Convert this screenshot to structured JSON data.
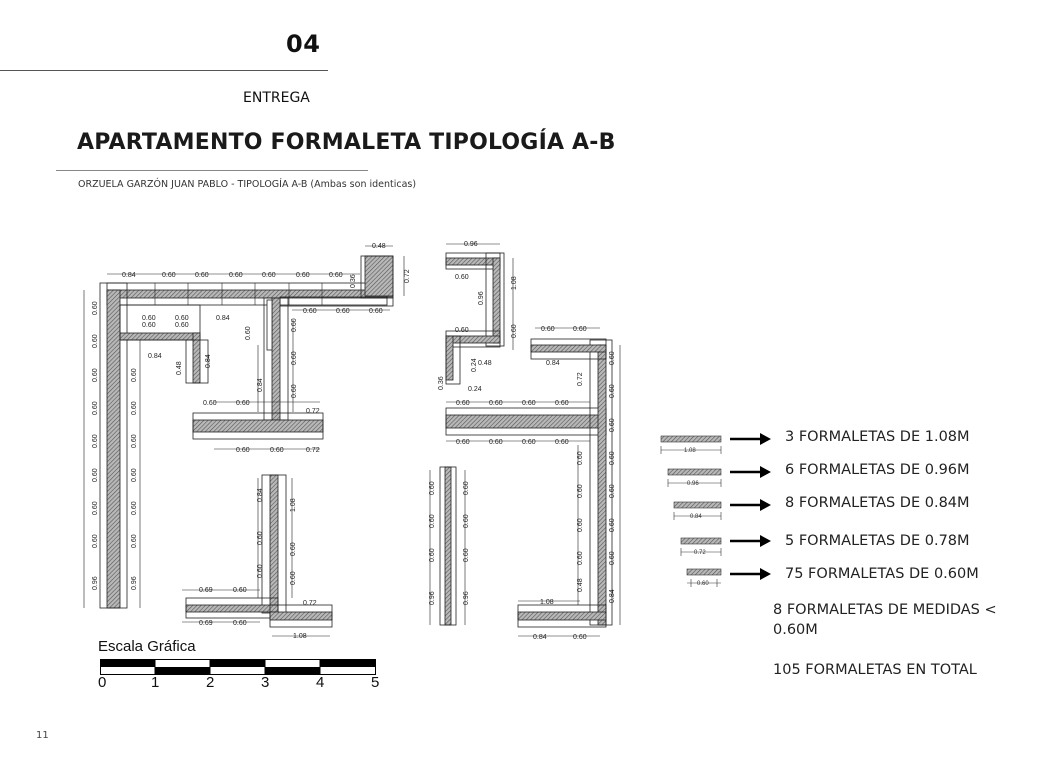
{
  "header": {
    "section_number": "04",
    "section_label": "ENTREGA",
    "title": "APARTAMENTO FORMALETA TIPOLOGÍA  A-B",
    "subtitle": "ORZUELA GARZÓN JUAN PABLO - TIPOLOGÍA A-B (Ambas son identicas)"
  },
  "plan_left": {
    "top_dims": [
      "0.84",
      "0.60",
      "0.60",
      "0.60",
      "0.60",
      "0.60",
      "0.60"
    ],
    "corner_dims": {
      "width": "0.48",
      "height": "0.72",
      "small": "0.36"
    },
    "inner_top_dims": [
      "0.60",
      "0.60",
      "0.60"
    ],
    "room_dims": [
      "0.60",
      "0.60",
      "0.60",
      "0.60",
      "0.84",
      "0.84",
      "0.48",
      "0.84",
      "0.60",
      "0.84"
    ],
    "left_column_dims": [
      "0.60",
      "0.60",
      "0.60",
      "0.60",
      "0.60",
      "0.60",
      "0.60",
      "0.60",
      "0.60",
      "0.60",
      "0.96"
    ],
    "t_wall_dims_top": [
      "0.60",
      "0.60",
      "0.72"
    ],
    "t_wall_dims_bottom": [
      "0.60",
      "0.60",
      "0.72"
    ],
    "lower_l_dims": {
      "vertical": [
        "0.84",
        "0.60",
        "0.60",
        "1.08",
        "0.60",
        "0.60"
      ],
      "top": [
        "0.69",
        "0.60",
        "0.72"
      ],
      "bottom": [
        "0.69",
        "0.60",
        "1.08"
      ]
    }
  },
  "plan_right": {
    "top_dims": [
      "0.96",
      "1.08",
      "0.60",
      "0.96",
      "0.60",
      "0.60"
    ],
    "small_dims": [
      "0.48",
      "0.24",
      "0.24",
      "0.36"
    ],
    "room_dims": [
      "0.60",
      "0.60",
      "0.84",
      "0.72"
    ],
    "h_wall_dims_top": [
      "0.60",
      "0.60",
      "0.60",
      "0.60"
    ],
    "h_wall_dims_bottom": [
      "0.60",
      "0.60",
      "0.60",
      "0.60"
    ],
    "right_column_dims": [
      "0.60",
      "0.60",
      "0.60",
      "0.60",
      "0.60",
      "0.60",
      "0.60",
      "0.84"
    ],
    "inner_column_dims": [
      "0.60",
      "0.60",
      "0.60",
      "0.60",
      "0.48"
    ],
    "isolated_column_dims": [
      "0.60",
      "0.60",
      "0.60",
      "0.96"
    ],
    "bottom_dims": [
      "1.08",
      "0.84",
      "0.60"
    ]
  },
  "scale": {
    "title": "Escala Gráfica",
    "ticks": [
      "0",
      "1",
      "2",
      "3",
      "4",
      "5"
    ]
  },
  "legend": {
    "items": [
      {
        "sample_dim": "1.08",
        "label": "3 FORMALETAS DE 1.08M"
      },
      {
        "sample_dim": "0.96",
        "label": "6 FORMALETAS DE 0.96M"
      },
      {
        "sample_dim": "0.84",
        "label": "8 FORMALETAS DE 0.84M"
      },
      {
        "sample_dim": "0.72",
        "label": "5 FORMALETAS DE 0.78M"
      },
      {
        "sample_dim": "0.60",
        "label": "75 FORMALETAS DE 0.60M"
      }
    ],
    "small_note": "8 FORMALETAS DE MEDIDAS < 0.60M",
    "total": "105 FORMALETAS EN TOTAL"
  },
  "footer": {
    "page_number": "11"
  },
  "colors": {
    "hatch": "#8c8c8c",
    "line": "#222222",
    "text": "#111111"
  }
}
